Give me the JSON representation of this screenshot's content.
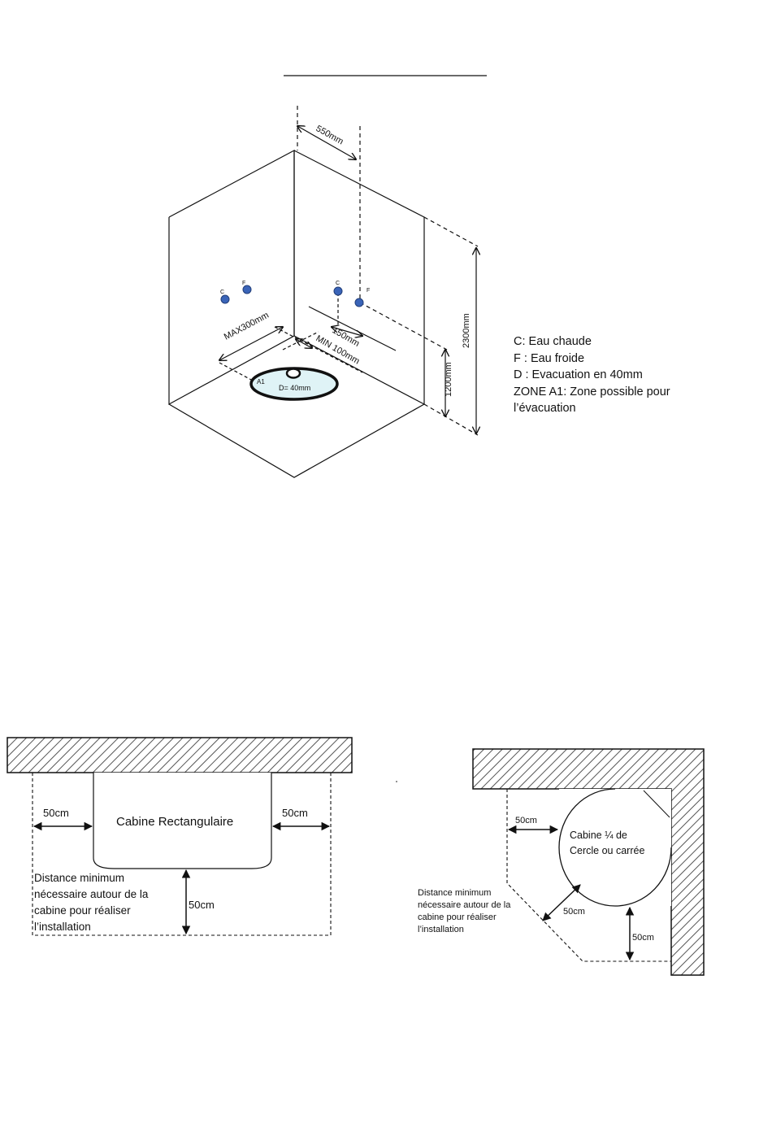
{
  "colors": {
    "line": "#111111",
    "pipe_dot": "#3a64b8",
    "zone_fill": "#dff3f6",
    "hatch": "#555555"
  },
  "shower_3d": {
    "pipe_left": {
      "hot": "C",
      "cold": "F"
    },
    "pipe_right": {
      "hot": "C",
      "cold": "F"
    },
    "dim_top": "550mm",
    "dim_height": "2300mm",
    "dim_height_pipes": "1200mm",
    "dim_max": "MAX300mm",
    "dim_min": "MIN 100mm",
    "dim_pipe_gap": "150mm",
    "zone_label": "A1",
    "drain_label": "D= 40mm"
  },
  "legend": [
    "C: Eau chaude",
    "F : Eau froide",
    "D : Evacuation en 40mm",
    "ZONE A1: Zone possible pour l’évacuation"
  ],
  "rect_cabin": {
    "title": "Cabine Rectangulaire",
    "dim_left": "50cm",
    "dim_right": "50cm",
    "dim_front": "50cm",
    "note": [
      "Distance minimum",
      "nécessaire autour de la",
      "cabine pour réaliser",
      "l’installation"
    ]
  },
  "corner_cabin": {
    "title": [
      "Cabine ¼ de",
      "Cercle ou carrée"
    ],
    "dim_left": "50cm",
    "dim_diag": "50cm",
    "dim_bottom": "50cm",
    "note": [
      "Distance minimum",
      "nécessaire autour de la",
      "cabine pour réaliser",
      "l’installation"
    ]
  }
}
